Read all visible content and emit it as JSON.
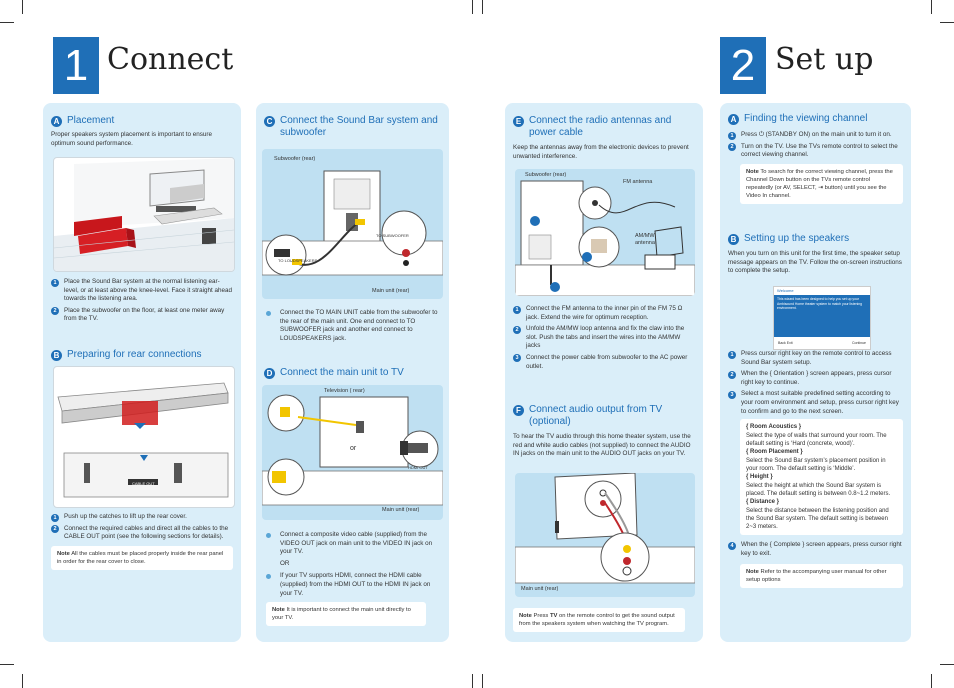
{
  "sections": {
    "connect": {
      "number": "1",
      "title": "Connect"
    },
    "setup": {
      "number": "2",
      "title": "Set up"
    }
  },
  "A": {
    "badge": "A",
    "title": "Placement",
    "intro": "Proper speakers system placement is important to ensure optimum sound performance.",
    "steps": [
      "Place the Sound Bar system at the normal listening ear-level, or at least above the knee-level. Face it straight ahead towards the listening area.",
      "Place the subwoofer on the floor, at least one meter away from the TV."
    ]
  },
  "B": {
    "badge": "B",
    "title": "Preparing for rear connections",
    "steps": [
      "Push up the catches to lift up the rear cover.",
      "Connect the required cables and direct all the cables to the CABLE OUT point (see the following sections for details)."
    ],
    "note_label": "Note",
    "note": "All the cables must be placed properly inside the rear panel in order for the rear cover to close.",
    "fig_label": "CABLE OUT"
  },
  "C": {
    "badge": "C",
    "title": "Connect the Sound Bar system and subwoofer",
    "fig_sub": "Subwoofer (rear)",
    "fig_main": "Main unit (rear)",
    "fig_port1": "TO SUBWOOFER",
    "fig_port2": "TO LOUDSPEAKERS",
    "bullet": "Connect the TO MAIN UNIT cable from the subwoofer to the rear of the main unit. One end connect to TO SUBWOOFER jack and another end connect to LOUDSPEAKERS jack."
  },
  "D": {
    "badge": "D",
    "title": "Connect the main unit to TV",
    "fig_tv": "Television ( rear)",
    "fig_main": "Main unit (rear)",
    "fig_or": "or",
    "fig_hdmi": "HDMI OUT",
    "bullets": [
      "Connect a composite video cable (supplied) from the VIDEO OUT jack on main unit to the VIDEO IN jack on your TV.",
      "If your TV supports HDMI, connect the HDMI cable (supplied) from the HDMI OUT to the HDMI IN jack on your TV."
    ],
    "or": "OR",
    "note_label": "Note",
    "note": "It is important to connect the main unit directly to your TV."
  },
  "E": {
    "badge": "E",
    "title": "Connect the radio antennas and power cable",
    "intro": "Keep the antennas away from the electronic devices to prevent unwanted interference.",
    "fig_sub": "Subwoofer (rear)",
    "fig_fm": "FM antenna",
    "fig_am": "AM/MW antenna",
    "steps": [
      "Connect the FM antenna to the inner pin of the FM 75 Ω jack.  Extend the wire for optimum reception.",
      "Unfold the AM/MW loop antenna and fix the claw into the slot. Push the tabs and insert the wires into the AM/MW jacks",
      "Connect the power cable from subwoofer to the AC power outlet."
    ]
  },
  "F": {
    "badge": "F",
    "title": "Connect audio output from TV (optional)",
    "intro": "To hear the TV audio through this home theater system, use the red and white audio cables (not supplied) to connect the AUDIO IN jacks on the main unit to the AUDIO OUT jacks on your TV.",
    "fig_main": "Main unit (rear)",
    "note_label": "Note",
    "note_pre": "Press ",
    "note_key": "TV",
    "note_post": " on the remote control to get the sound output from the speakers system when watching the TV program."
  },
  "SA": {
    "badge": "A",
    "title": "Finding the viewing channel",
    "steps": [
      "Press ⏻ (STANDBY ON) on the main unit to turn it on.",
      "Turn on the TV. Use the TVs remote control to select the correct viewing channel."
    ],
    "note_label": "Note",
    "note": "To search for the correct viewing channel, press the Channel Down button on the TVs remote control repeatedly (or AV, SELECT, ⇥ button) until you see the Video In channel."
  },
  "SB": {
    "badge": "B",
    "title": "Setting up the speakers",
    "intro": "When you turn on this unit for the first time, the speaker setup message appears on the TV. Follow the on-screen instructions to complete the setup.",
    "screen_title": "Welcome",
    "screen_text": "This wizard has been designed to help you set up your Ambisound Home theater system to match your listening environment.",
    "screen_back": "Back Exit",
    "screen_next": "Continue",
    "steps": [
      "Press cursor right key on the remote control to access Sound Bar system setup.",
      "When the { Orientation } screen appears, press cursor right key to continue.",
      "Select a most suitable predefined setting according to your room environment and setup, press cursor right key to confirm and go to the next screen."
    ],
    "subs": [
      {
        "h": "{ Room Acoustics }",
        "t": "Select the type of walls that surround your room. The default setting is ‘Hard (concrete, wood)’."
      },
      {
        "h": "{ Room Placement }",
        "t": "Select the Sound Bar system’s placement position in your room. The default setting is ‘Middle’."
      },
      {
        "h": "{ Height }",
        "t": "Select the height at which the Sound Bar system is placed. The default setting is between 0.8~1.2 meters."
      },
      {
        "h": "{ Distance }",
        "t": "Select the distance between the listening position and the Sound Bar system.  The default setting is between 2~3 meters."
      }
    ],
    "step4": "When the { Complete } screen appears, press cursor right key to exit.",
    "note_label": "Note",
    "note": "Refer to the accompanying user manual for other setup options"
  },
  "colors": {
    "accent": "#1f6fb7",
    "panel": "#daeef9",
    "figure": "#bfe0f2"
  },
  "icons": [
    "power-icon",
    "input-icon"
  ]
}
